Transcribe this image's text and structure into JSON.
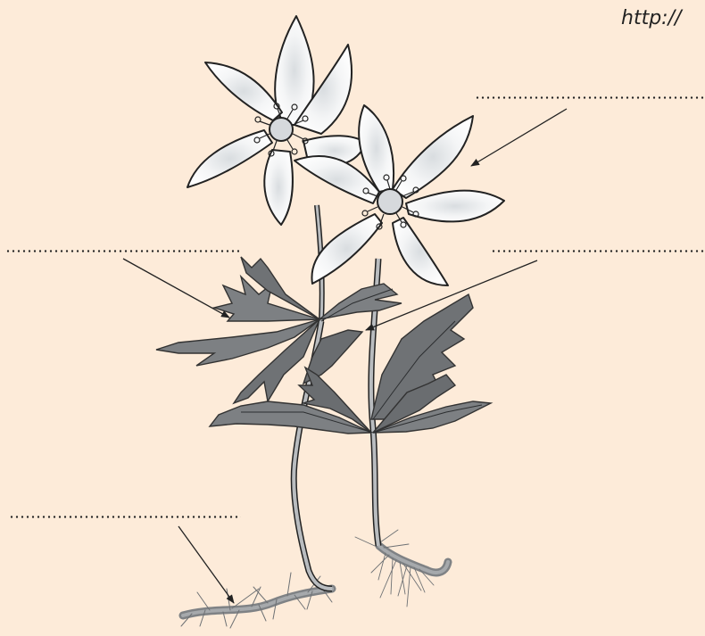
{
  "header": {
    "url_text": "http://"
  },
  "labels": {
    "flower_blank": "",
    "leaf_blank": "",
    "stem_blank": "",
    "root_blank": ""
  },
  "colors": {
    "background": "#fdebd9",
    "leaf": "#7d8083",
    "leaf_dark": "#54575a",
    "petal": "#ffffff",
    "petal_shade": "#e2e5e7",
    "outline": "#222222",
    "root": "#8a8d90"
  },
  "icons": {
    "flower": "anemone-flower",
    "arrow": "arrow-pointer"
  }
}
